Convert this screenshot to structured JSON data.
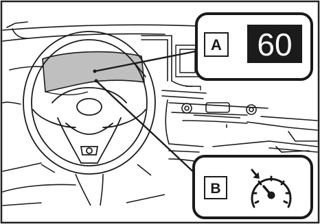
{
  "callouts": {
    "a": {
      "letter": "A",
      "display_value": "60"
    },
    "b": {
      "letter": "B",
      "icon": "speedometer-icon"
    }
  },
  "colors": {
    "line": "#1a1a1a",
    "display_bg": "#1b1b1b",
    "display_text": "#ffffff",
    "cluster_shade": "#bfbfbf",
    "background": "#ffffff"
  }
}
